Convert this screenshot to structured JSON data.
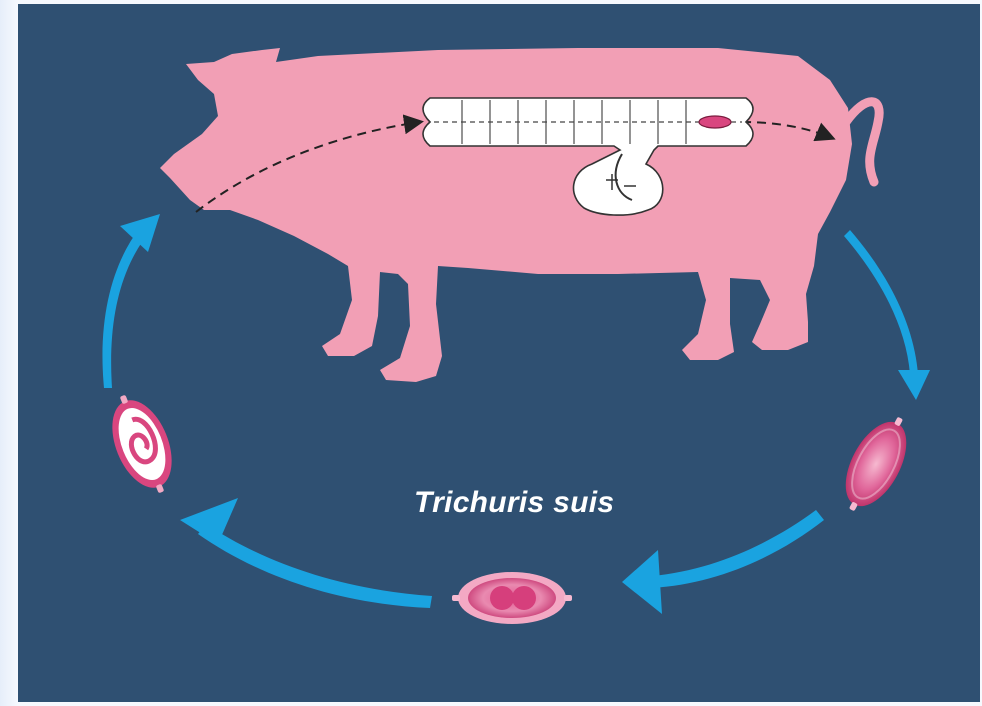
{
  "diagram": {
    "title": "Trichuris suis",
    "colors": {
      "background": "#2f5072",
      "pig": "#f29fb5",
      "arrow": "#1aa3e0",
      "egg": "#d9467f",
      "intestine": "#ffffff"
    },
    "stages": [
      {
        "name": "host-pig"
      },
      {
        "name": "unembryonated-egg"
      },
      {
        "name": "two-cell-egg"
      },
      {
        "name": "embryonated-egg"
      }
    ],
    "icons": [
      "pig-host",
      "intestine",
      "egg",
      "cycle-arrow"
    ]
  }
}
